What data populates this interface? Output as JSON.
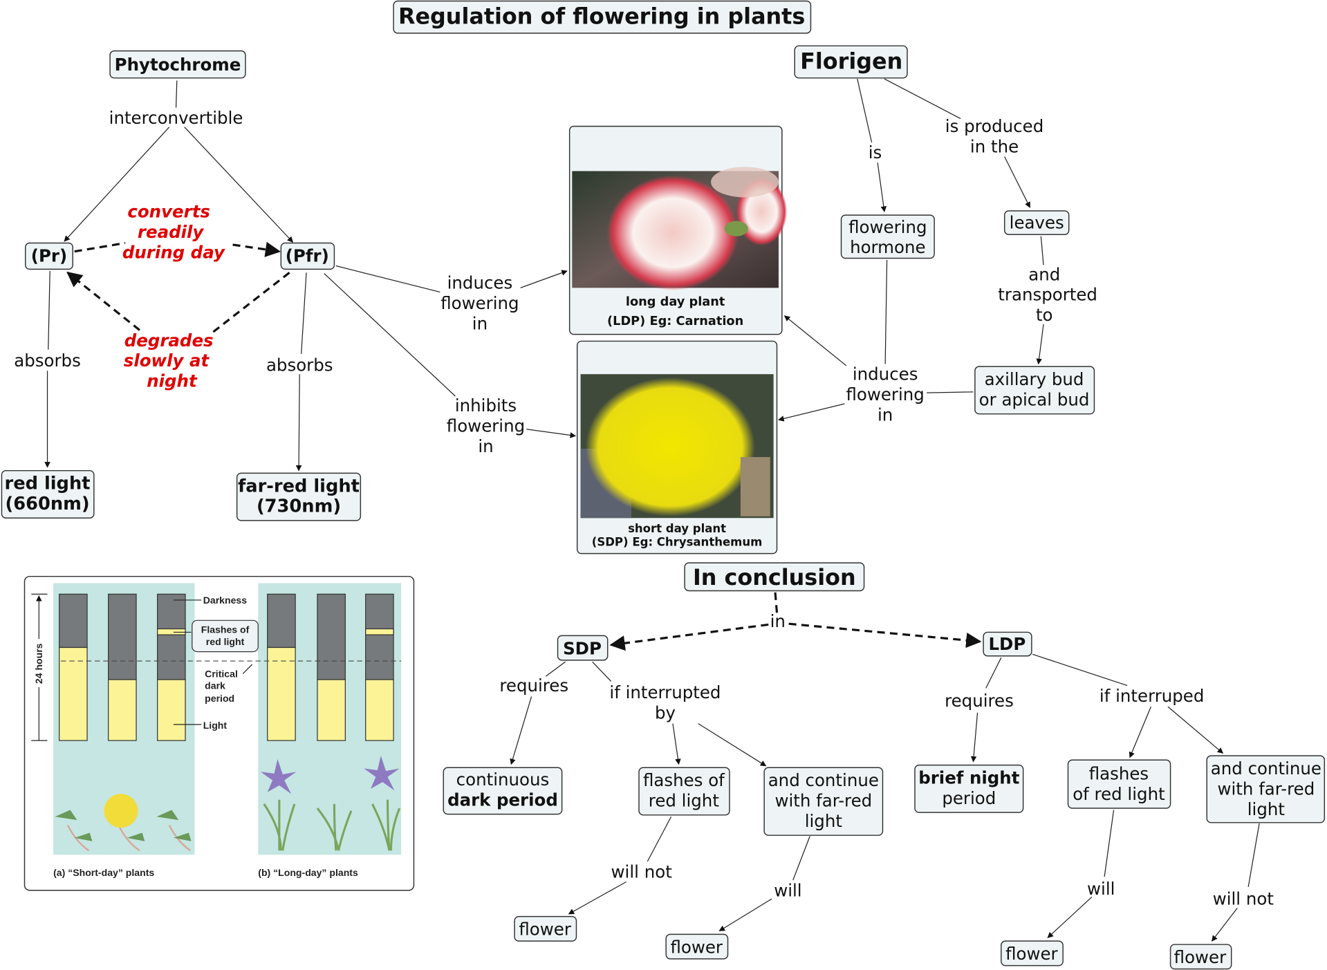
{
  "title": "Regulation of flowering in plants",
  "nodes": {
    "phytochrome": "Phytochrome",
    "pr": "(Pr)",
    "pfr": "(Pfr)",
    "red_light": [
      "red light",
      "(660nm)"
    ],
    "far_red_light": [
      "far-red light",
      "(730nm)"
    ],
    "florigen": "Florigen",
    "flowering_hormone": [
      "flowering",
      "hormone"
    ],
    "leaves": "leaves",
    "axillary_bud": [
      "axillary bud",
      "or apical bud"
    ],
    "ldp_card": [
      "long day plant",
      "(LDP) Eg: Carnation"
    ],
    "sdp_card": [
      "short day plant",
      "(SDP) Eg: Chrysanthemum"
    ],
    "in_conclusion": "In conclusion",
    "sdp": "SDP",
    "ldp": "LDP",
    "continuous_dark": [
      "continuous",
      "dark period"
    ],
    "flashes_red_sdp": [
      "flashes of",
      "red light"
    ],
    "far_red_sdp": [
      "and continue",
      "with far-red",
      "light"
    ],
    "brief_night": [
      "brief night",
      "period"
    ],
    "flashes_red_ldp": [
      "flashes",
      "of red light"
    ],
    "far_red_ldp": [
      "and continue",
      "with far-red",
      "light"
    ],
    "flower": "flower"
  },
  "links": {
    "interconvertible": "interconvertible",
    "converts": [
      "converts",
      "readily",
      "during day"
    ],
    "degrades": [
      "degrades",
      "slowly at",
      "night"
    ],
    "absorbs": "absorbs",
    "induces_flowering": [
      "induces",
      "flowering",
      "in"
    ],
    "inhibits_flowering": [
      "inhibits",
      "flowering",
      "in"
    ],
    "is": "is",
    "is_produced": [
      "is produced",
      "in the"
    ],
    "transported": [
      "and",
      "transported",
      "to"
    ],
    "in": "in",
    "requires": "requires",
    "if_interrupted_by": [
      "if interrupted",
      "by"
    ],
    "if_interruped": "if interruped",
    "will_not": "will not",
    "will": "will"
  },
  "inset": {
    "darkness": "Darkness",
    "flashes": [
      "Flashes of",
      "red light"
    ],
    "critical": [
      "Critical",
      "dark",
      "period"
    ],
    "light": "Light",
    "hours": "24 hours",
    "caption_a": "(a) “Short-day” plants",
    "caption_b": "(b) “Long-day” plants"
  },
  "colors": {
    "red_text": "#e00000",
    "node_fill": "#eef4f5",
    "darkness": "#777a7c",
    "light": "#fbf396",
    "panel": "#c5e6e3"
  }
}
